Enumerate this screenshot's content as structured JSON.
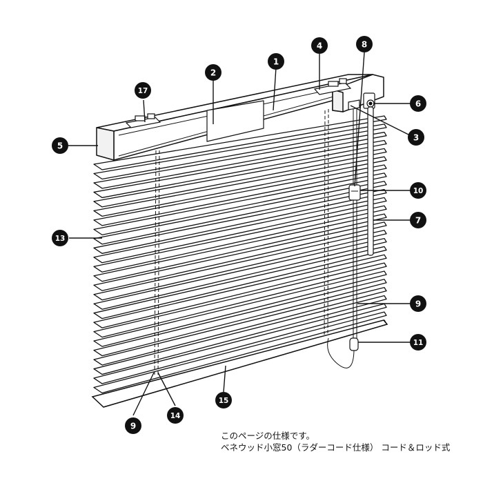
{
  "diagram": {
    "callouts": [
      {
        "id": "callout-1",
        "number": "1"
      },
      {
        "id": "callout-2",
        "number": "2"
      },
      {
        "id": "callout-3",
        "number": "3"
      },
      {
        "id": "callout-4",
        "number": "4"
      },
      {
        "id": "callout-5",
        "number": "5"
      },
      {
        "id": "callout-6",
        "number": "6"
      },
      {
        "id": "callout-7",
        "number": "7"
      },
      {
        "id": "callout-8",
        "number": "8"
      },
      {
        "id": "callout-9a",
        "number": "9"
      },
      {
        "id": "callout-9b",
        "number": "9"
      },
      {
        "id": "callout-10",
        "number": "10"
      },
      {
        "id": "callout-11",
        "number": "11"
      },
      {
        "id": "callout-13",
        "number": "13"
      },
      {
        "id": "callout-14",
        "number": "14"
      },
      {
        "id": "callout-15",
        "number": "15"
      },
      {
        "id": "callout-17",
        "number": "17"
      }
    ],
    "colors": {
      "line": "#111111",
      "badge": "#111111",
      "fill": "#ffffff",
      "headrail": "#f2f2f2"
    }
  },
  "caption": {
    "line1": "このページの仕様です。",
    "line2": "ベネウッド小窓50（ラダーコード仕様） コード＆ロッド式"
  }
}
